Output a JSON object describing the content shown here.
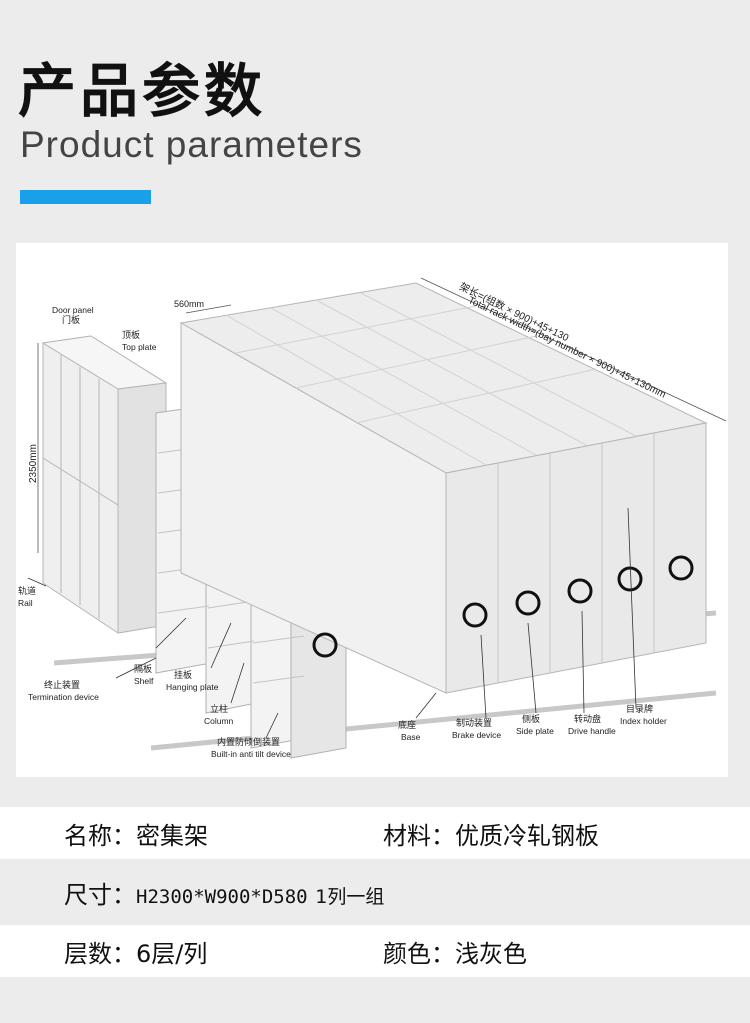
{
  "header": {
    "title_cn": "产品参数",
    "title_en": "Product parameters",
    "accent_color": "#1aa0e8"
  },
  "diagram": {
    "dim_width": "560mm",
    "dim_height": "2350mm",
    "total_length_cn": "架长=(组数 × 900)+45+130",
    "total_length_en": "Total rack width=(bay number × 900)+45+130mm",
    "labels": [
      {
        "cn": "门板",
        "en": "Door panel"
      },
      {
        "cn": "顶板",
        "en": "Top plate"
      },
      {
        "cn": "轨道",
        "en": "Rail"
      },
      {
        "cn": "终止装置",
        "en": "Termination device"
      },
      {
        "cn": "隔板",
        "en": "Shelf"
      },
      {
        "cn": "挂板",
        "en": "Hanging plate"
      },
      {
        "cn": "立柱",
        "en": "Column"
      },
      {
        "cn": "内置防倾倒装置",
        "en": "Built-in anti tilt device"
      },
      {
        "cn": "底座",
        "en": "Base"
      },
      {
        "cn": "制动装置",
        "en": "Brake device"
      },
      {
        "cn": "侧板",
        "en": "Side plate"
      },
      {
        "cn": "转动盘",
        "en": "Drive handle"
      },
      {
        "cn": "目录牌",
        "en": "Index holder"
      }
    ]
  },
  "specs": {
    "name_label": "名称：",
    "name_value": "密集架",
    "material_label": "材料：",
    "material_value": "优质冷轧钢板",
    "size_label": "尺寸：",
    "size_value": "H2300*W900*D580",
    "size_note": "1列一组",
    "layers_label": "层数：",
    "layers_value": "6层/列",
    "color_label": "颜色：",
    "color_value": "浅灰色"
  }
}
